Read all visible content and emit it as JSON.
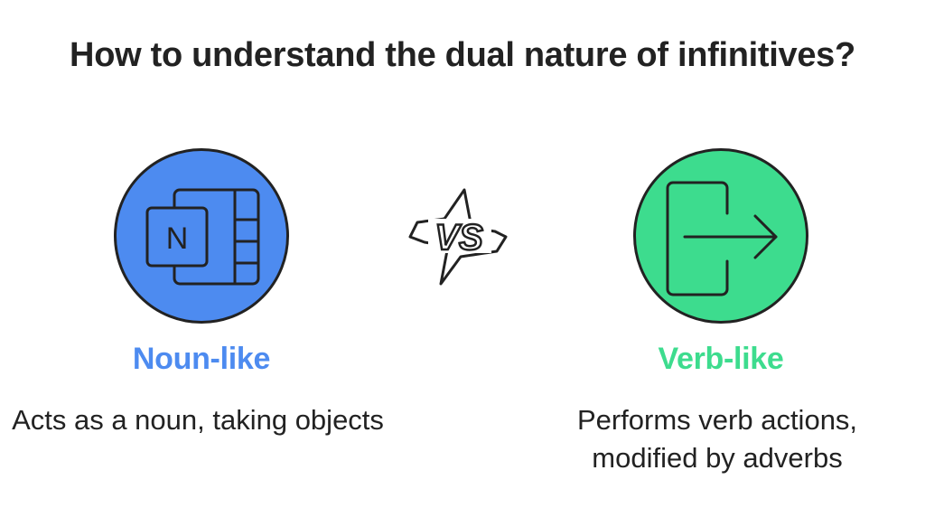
{
  "title": "How to understand the dual nature of infinitives?",
  "vs_label": "VS",
  "left": {
    "heading": "Noun-like",
    "description": "Acts as a noun, taking objects",
    "color": "#4D8BF0",
    "icon": "notebook-icon",
    "icon_letter": "N"
  },
  "right": {
    "heading": "Verb-like",
    "description": "Performs verb actions, modified by adverbs",
    "color": "#3DDC8E",
    "icon": "exit-arrow-icon"
  }
}
